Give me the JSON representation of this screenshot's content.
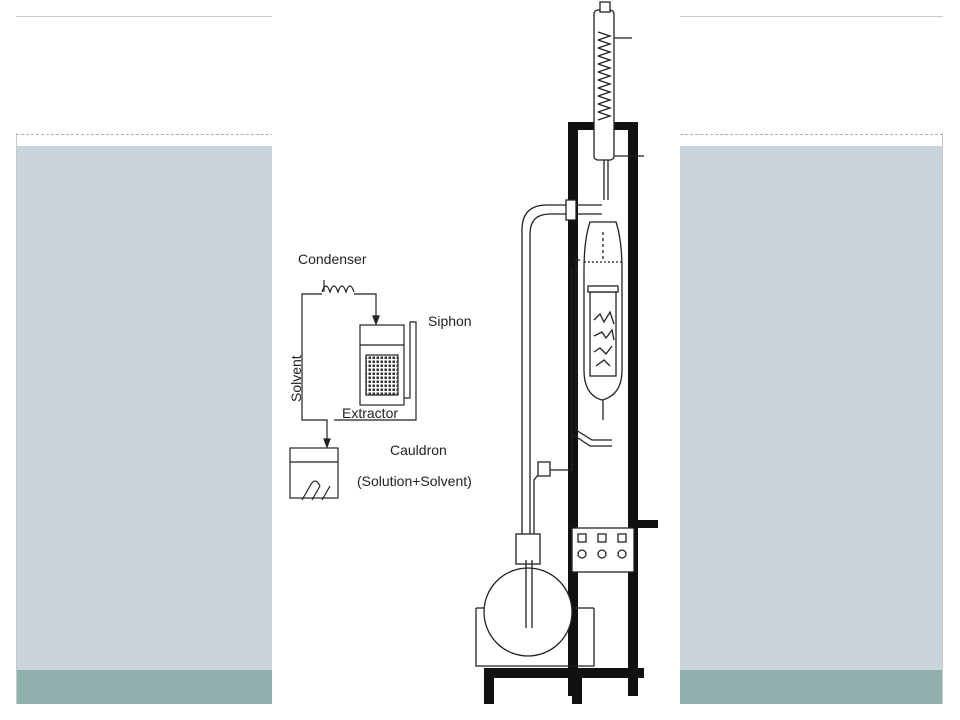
{
  "diagram": {
    "labels": {
      "condenser": "Condenser",
      "siphon": "Siphon",
      "solvent": "Solvent",
      "extractor": "Extractor",
      "cauldron": "Cauldron",
      "solution_solvent": "(Solution+Solvent)"
    }
  },
  "colors": {
    "content_band": "#c8d4d9",
    "footer_band": "#8fb0ad",
    "divider": "#9fb3b3",
    "ink": "#222222"
  }
}
